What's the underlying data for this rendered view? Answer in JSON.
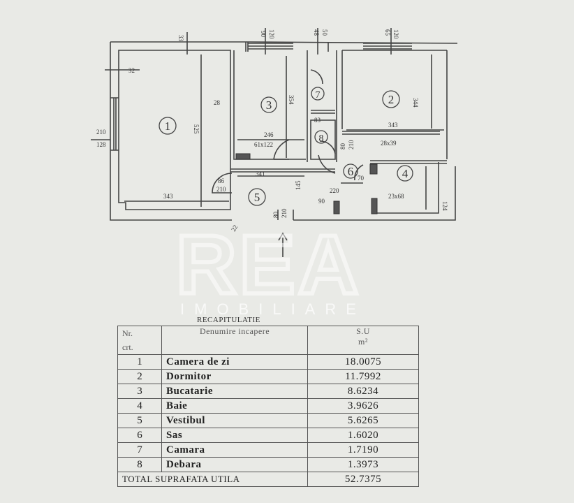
{
  "plan": {
    "rooms": [
      {
        "num": "1"
      },
      {
        "num": "2"
      },
      {
        "num": "3"
      },
      {
        "num": "4"
      },
      {
        "num": "5"
      },
      {
        "num": "6"
      },
      {
        "num": "7"
      },
      {
        "num": "8"
      }
    ],
    "dimensions": {
      "d_33": "33",
      "d_32": "32",
      "d_210_left": "210",
      "d_128": "128",
      "d_525": "525",
      "d_343_room1": "343",
      "d_28": "28",
      "d_354": "354",
      "d_246": "246",
      "d_341": "341",
      "d_61_122": "61x122",
      "d_90_120_a": "90",
      "d_90_120_b": "120",
      "d_48": "48",
      "d_50": "50",
      "d_65_120_a": "65",
      "d_65_120_b": "120",
      "d_344": "344",
      "d_343_room2": "343",
      "d_28_39": "28x39",
      "d_23_68": "23x68",
      "d_86": "86",
      "d_210_door": "210",
      "d_80": "80",
      "d_210_b": "210",
      "d_220": "220",
      "d_70": "70",
      "d_145": "145",
      "d_22": "22",
      "d_124": "124",
      "d_83": "83",
      "d_90_small": "90",
      "d_80_210_a": "80",
      "d_80_210_b": "210"
    },
    "watermark": {
      "main": "REA",
      "sub": "IMOBILIARE"
    }
  },
  "recap": {
    "title": "RECAPITULATIE",
    "headers": {
      "nr_line1": "Nr.",
      "nr_line2": "crt.",
      "name": "Denumire incapere",
      "su_line1": "S.U",
      "su_line2": "m²"
    },
    "rows": [
      {
        "nr": "1",
        "name": "Camera de zi",
        "su": "18.0075"
      },
      {
        "nr": "2",
        "name": "Dormitor",
        "su": "11.7992"
      },
      {
        "nr": "3",
        "name": "Bucatarie",
        "su": "8.6234"
      },
      {
        "nr": "4",
        "name": "Baie",
        "su": "3.9626"
      },
      {
        "nr": "5",
        "name": "Vestibul",
        "su": "5.6265"
      },
      {
        "nr": "6",
        "name": "Sas",
        "su": "1.6020"
      },
      {
        "nr": "7",
        "name": "Camara",
        "su": "1.7190"
      },
      {
        "nr": "8",
        "name": "Debara",
        "su": "1.3973"
      }
    ],
    "total_label": "TOTAL SUPRAFATA UTILA",
    "total_value": "52.7375"
  }
}
